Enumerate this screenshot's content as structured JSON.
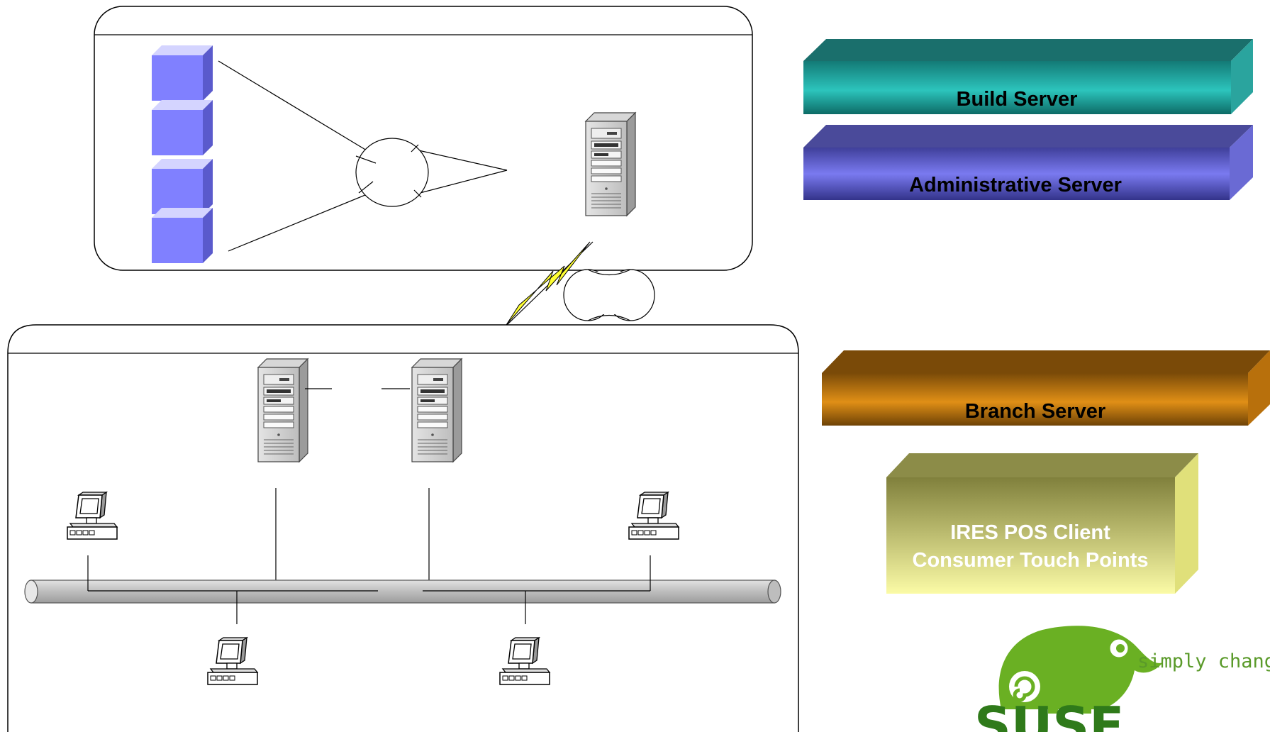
{
  "legend": {
    "build_server": "Build Server",
    "administrative_server": "Administrative Server",
    "branch_server": "Branch Server",
    "pos_client_line1": "IRES POS Client",
    "pos_client_line2": "Consumer Touch Points"
  },
  "logo": {
    "tagline": "simply change",
    "wordmark": "SUSE"
  },
  "colors": {
    "build_server": "#1fa09a",
    "administrative_server": "#7373e8",
    "branch_server": "#c8780e",
    "pos_client": "#f2f29a",
    "block": "#8080ff",
    "pipe": "#c8c8c8",
    "lightning": "#ffff33",
    "suse_green": "#6ab023"
  }
}
